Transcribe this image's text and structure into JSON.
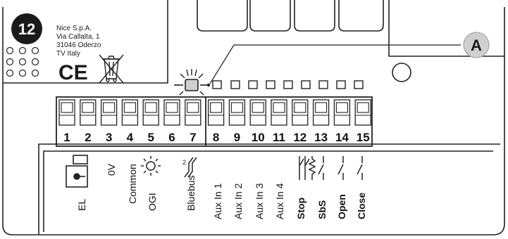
{
  "figure_number": "12",
  "manufacturer": {
    "line1": "Nice S.p.A.",
    "line2": "Via Callalta, 1",
    "line3": "31046 Oderzo",
    "line4": "TV Italy"
  },
  "ce_mark": "CE",
  "callout_label": "A",
  "terminals": [
    "1",
    "2",
    "3",
    "4",
    "5",
    "6",
    "7",
    "8",
    "9",
    "10",
    "11",
    "12",
    "13",
    "14",
    "15"
  ],
  "terminal_labels": [
    {
      "text": "EL",
      "bold": false
    },
    {
      "text": "0V",
      "bold": false
    },
    {
      "text": "Common",
      "bold": false
    },
    {
      "text": "OGI",
      "bold": false
    },
    {
      "text": "Bluebus",
      "bold": false
    },
    {
      "text": "Aux In 1",
      "bold": false
    },
    {
      "text": "Aux In 2",
      "bold": false
    },
    {
      "text": "Aux In 3",
      "bold": false
    },
    {
      "text": "Aux In 4",
      "bold": false
    },
    {
      "text": "Stop",
      "bold": true
    },
    {
      "text": "SbS",
      "bold": true
    },
    {
      "text": "Open",
      "bold": true
    },
    {
      "text": "Close",
      "bold": true
    }
  ],
  "bluebus_superscript": "2"
}
